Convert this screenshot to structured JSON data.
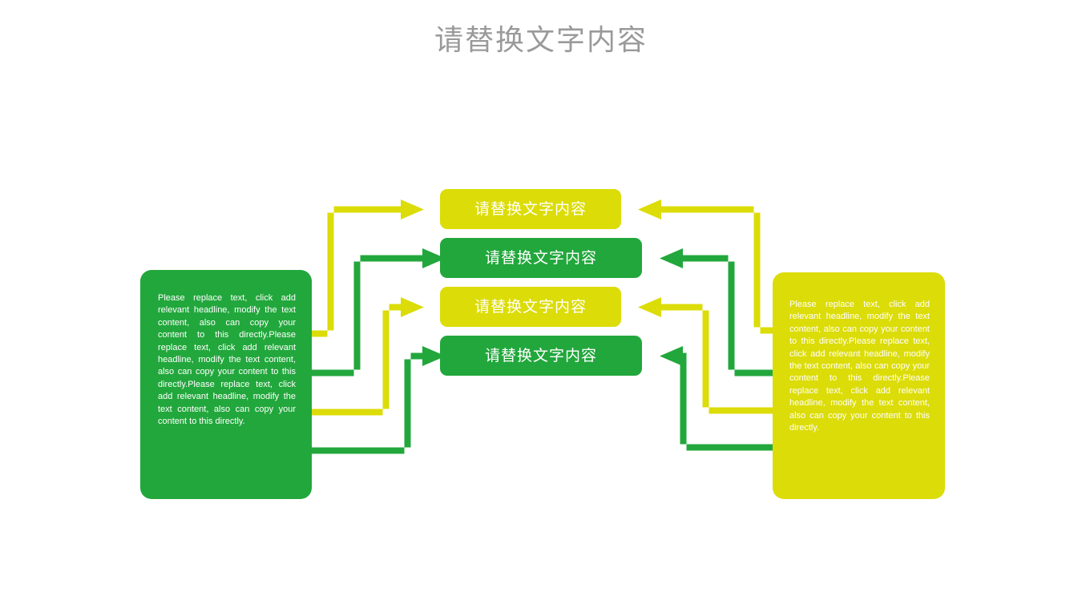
{
  "slide": {
    "title": "请替换文字内容",
    "title_color": "#9a9a9a",
    "background": "#ffffff"
  },
  "palette": {
    "yellow": "#dcdc08",
    "green": "#22a73c",
    "text_on_fill": "#ffffff",
    "title_gray": "#9a9a9a"
  },
  "body_paragraph": "Please replace text, click add relevant headline, modify the text content, also can copy your content to this directly.Please replace text, click add relevant headline, modify the text content, also can copy your content to this directly.Please replace text, click add relevant headline, modify the text content, also can copy your content to this directly.",
  "left_panel": {
    "name": "left-description-panel",
    "color": "#22a73c",
    "text": "Please replace text, click add relevant headline, modify the text content, also can copy your content to this directly.Please replace text, click add relevant headline, modify the text content, also can copy your content to this directly.Please replace text, click add relevant headline, modify the text content, also can copy your content to this directly."
  },
  "right_panel": {
    "name": "right-description-panel",
    "color": "#dcdc08",
    "text": "Please replace text, click add relevant headline, modify the text content, also can copy your content to this directly.Please replace text, click add relevant headline, modify the text content, also can copy your content to this directly.Please replace text, click add relevant headline, modify the text content, also can copy your content to this directly."
  },
  "center_boxes": [
    {
      "label": "请替换文字内容",
      "color": "#dcdc08",
      "variant": "yellow"
    },
    {
      "label": "请替换文字内容",
      "color": "#22a73c",
      "variant": "green"
    },
    {
      "label": "请替换文字内容",
      "color": "#dcdc08",
      "variant": "yellow"
    },
    {
      "label": "请替换文字内容",
      "color": "#22a73c",
      "variant": "green"
    }
  ],
  "connectors": {
    "left": [
      {
        "from": "left-panel",
        "to": "center-box-1",
        "color": "#dcdc08"
      },
      {
        "from": "left-panel",
        "to": "center-box-2",
        "color": "#22a73c"
      },
      {
        "from": "left-panel",
        "to": "center-box-3",
        "color": "#dcdc08"
      },
      {
        "from": "left-panel",
        "to": "center-box-4",
        "color": "#22a73c"
      }
    ],
    "right": [
      {
        "from": "right-panel",
        "to": "center-box-1",
        "color": "#dcdc08"
      },
      {
        "from": "right-panel",
        "to": "center-box-2",
        "color": "#22a73c"
      },
      {
        "from": "right-panel",
        "to": "center-box-3",
        "color": "#dcdc08"
      },
      {
        "from": "right-panel",
        "to": "center-box-4",
        "color": "#22a73c"
      }
    ]
  }
}
